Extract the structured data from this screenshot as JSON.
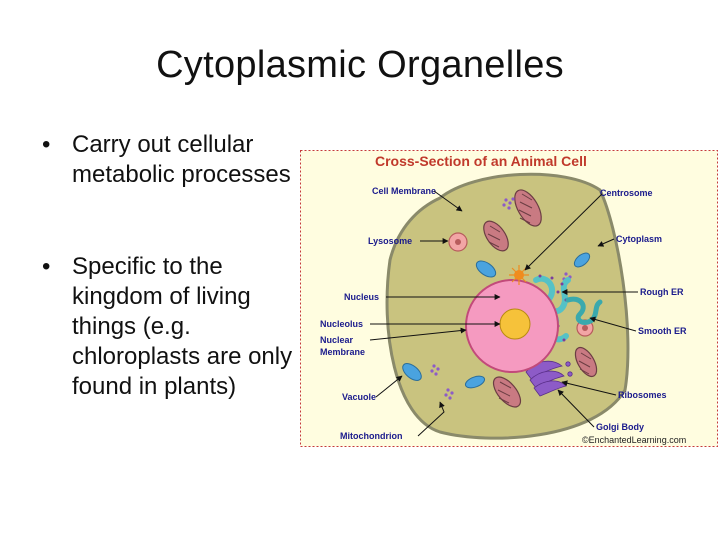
{
  "slide": {
    "title": "Cytoplasmic Organelles",
    "bullets": [
      "Carry out cellular metabolic processes",
      "Specific to the kingdom of living things (e.g. chloroplasts are only found in plants)"
    ],
    "bullet_glyph": "•"
  },
  "figure": {
    "title": "Cross-Section of an Animal Cell",
    "labels": {
      "cell_membrane": "Cell Membrane",
      "lysosome": "Lysosome",
      "nucleus": "Nucleus",
      "nucleolus": "Nucleolus",
      "nuclear_membrane_1": "Nuclear",
      "nuclear_membrane_2": "Membrane",
      "vacuole": "Vacuole",
      "mitochondrion": "Mitochondrion",
      "centrosome": "Centrosome",
      "cytoplasm": "Cytoplasm",
      "rough_er": "Rough ER",
      "smooth_er": "Smooth ER",
      "ribosomes": "Ribosomes",
      "golgi_body": "Golgi Body"
    },
    "credit": "©EnchantedLearning.com",
    "colors": {
      "title": "#c0392b",
      "labels": "#1a1a8c",
      "panel_bg": "#fffde0",
      "panel_border": "#c43a3a",
      "cytoplasm": "#c9c37f",
      "cell_membrane": "#8a8a6a",
      "nucleus": "#f59ac0",
      "nucleolus": "#f6c23a",
      "er": "#55c2c6",
      "golgi": "#8d5bc7",
      "mitochondrion": "#c97a82",
      "vacuole": "#4aa3df",
      "lysosome": "#f2a5a5"
    }
  }
}
